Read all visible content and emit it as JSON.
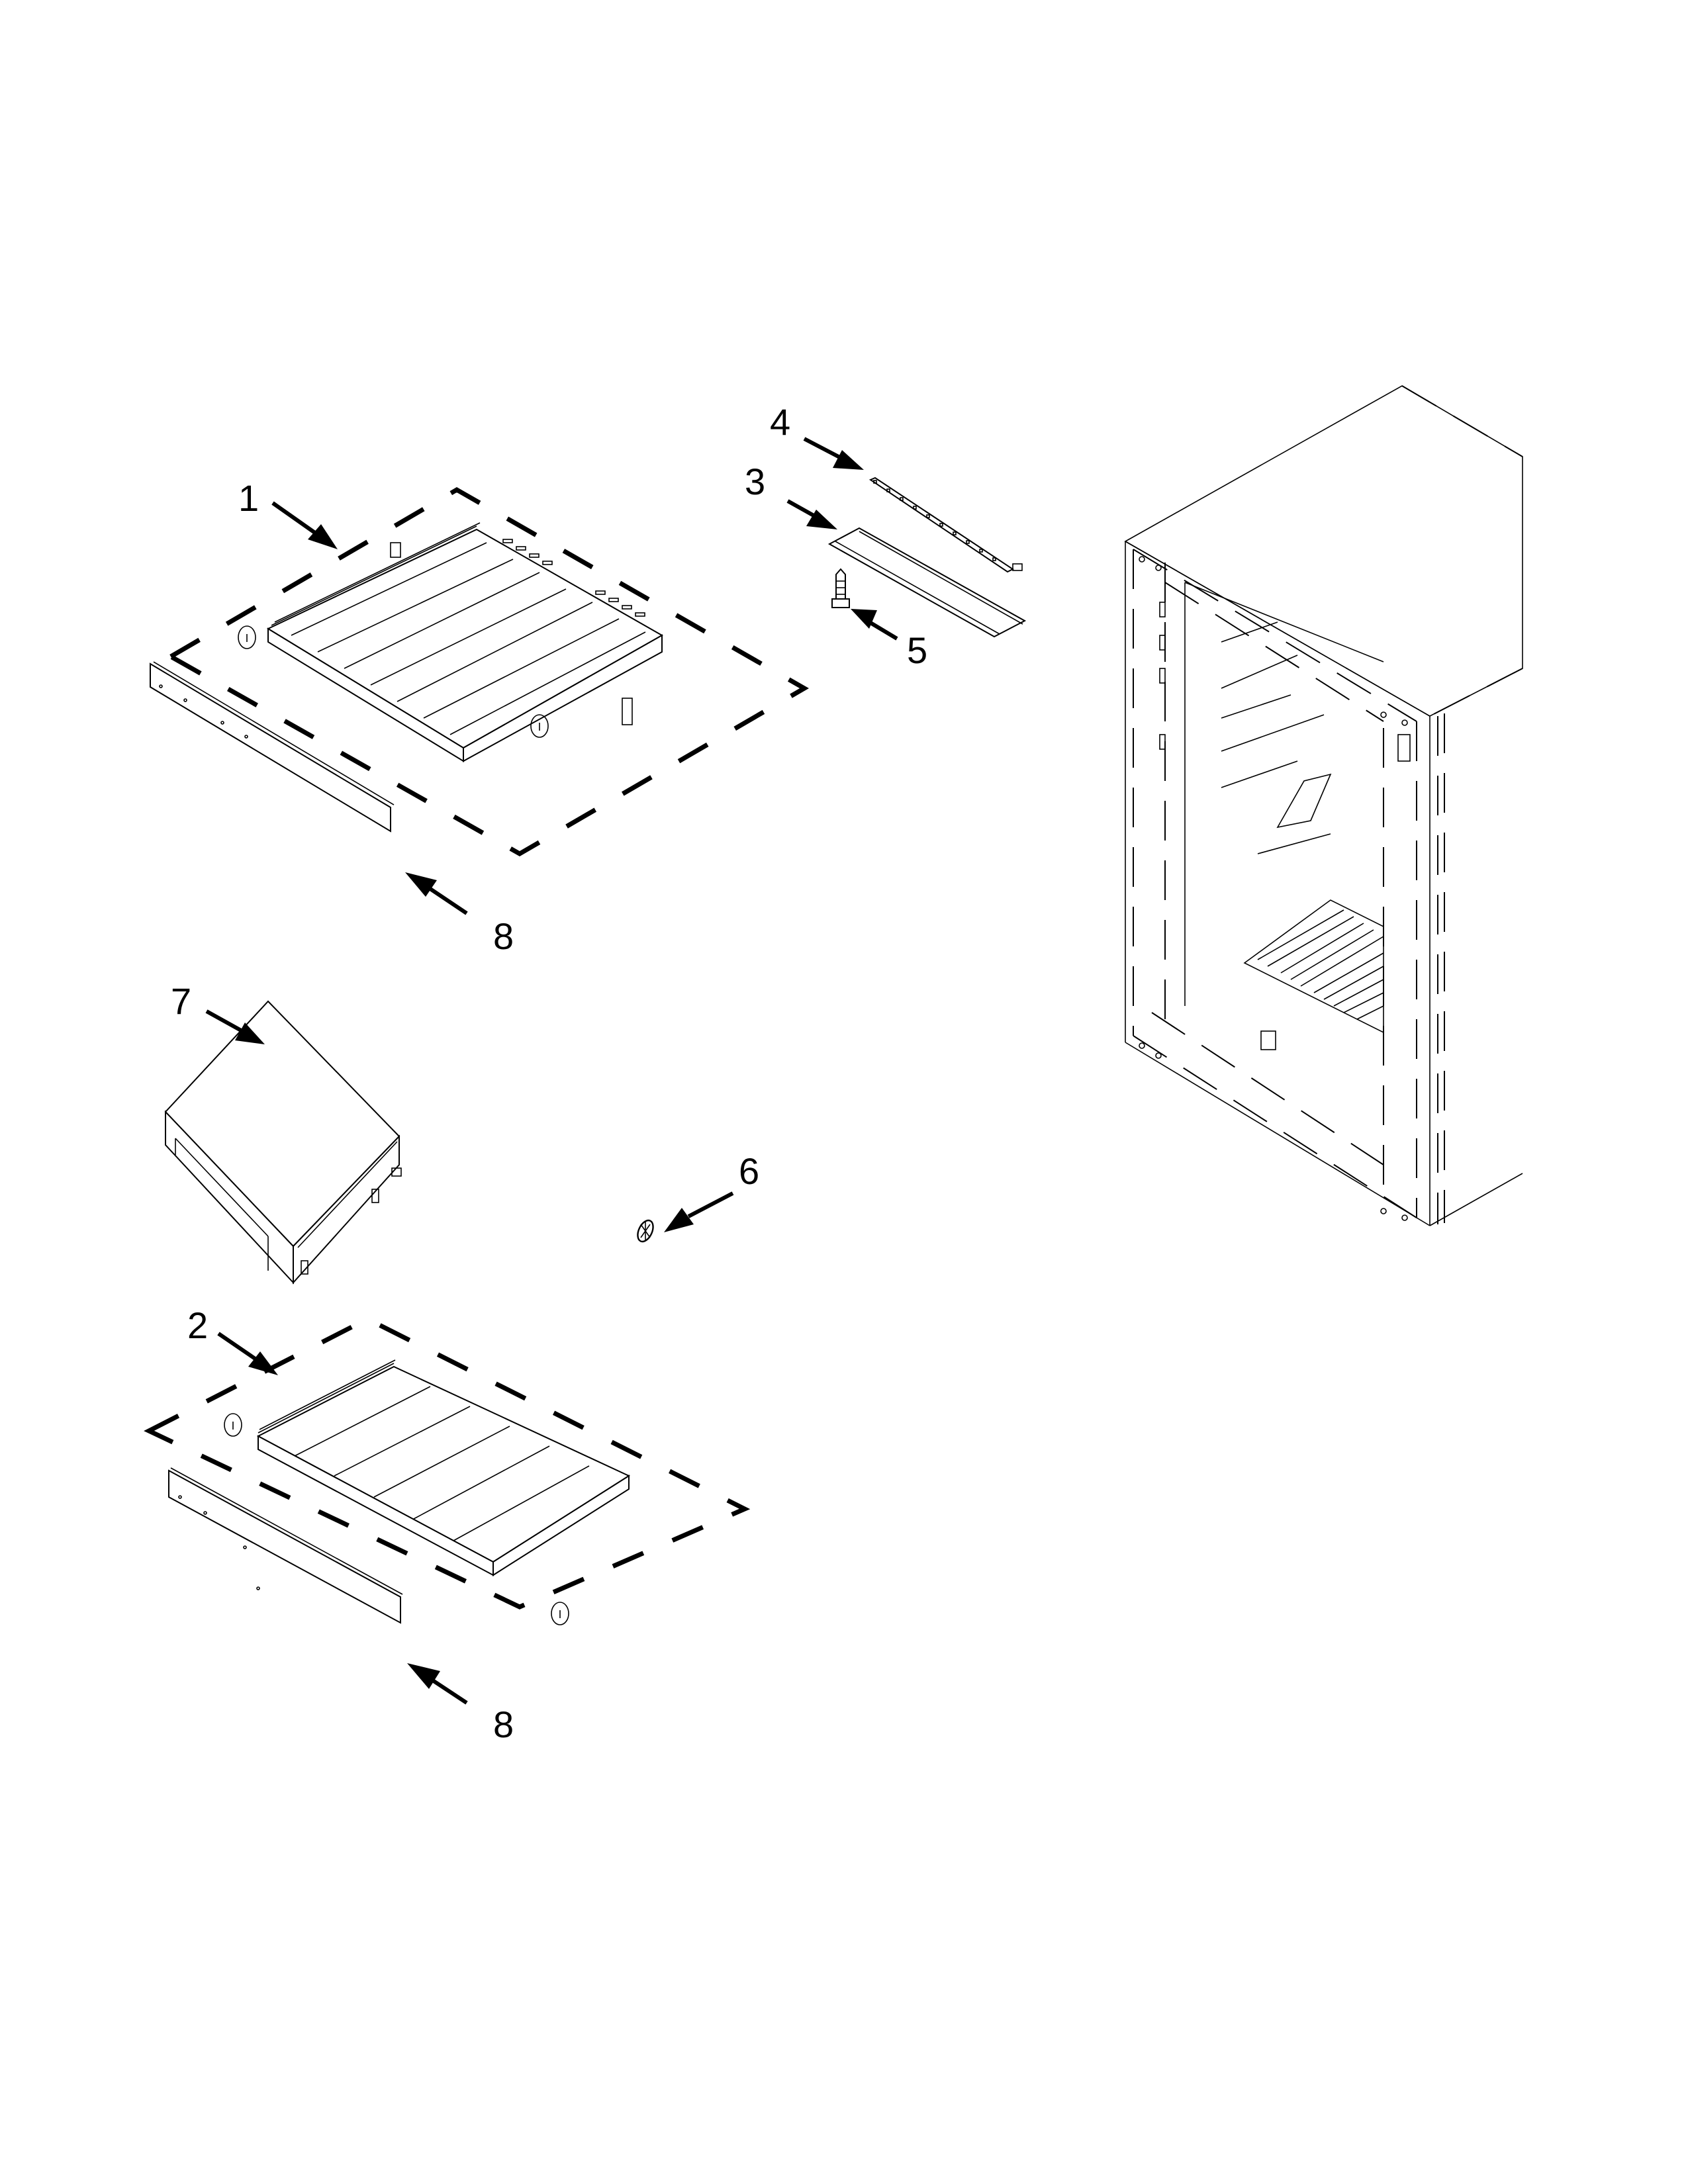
{
  "diagram": {
    "type": "exploded-parts-view",
    "background": "#ffffff",
    "line_color": "#000000",
    "callouts": [
      {
        "id": "1",
        "label": "1",
        "part": "upper drawer / roll-out shelf assembly"
      },
      {
        "id": "2",
        "label": "2",
        "part": "lower drawer / roll-out shelf assembly"
      },
      {
        "id": "3",
        "label": "3",
        "part": "light bracket"
      },
      {
        "id": "4",
        "label": "4",
        "part": "LED light strip"
      },
      {
        "id": "5",
        "label": "5",
        "part": "screw"
      },
      {
        "id": "6",
        "label": "6",
        "part": "knob / wheel"
      },
      {
        "id": "7",
        "label": "7",
        "part": "control panel / cover assembly"
      },
      {
        "id": "8a",
        "label": "8",
        "part": "drawer front trim (upper)"
      },
      {
        "id": "8b",
        "label": "8",
        "part": "drawer front trim (lower)"
      }
    ],
    "components": [
      "cabinet-liner",
      "upper-shelf-assembly",
      "lower-shelf-assembly",
      "trim-strip-upper",
      "trim-strip-lower",
      "cover-assembly",
      "light-bracket",
      "led-strip",
      "screw",
      "knob"
    ]
  }
}
